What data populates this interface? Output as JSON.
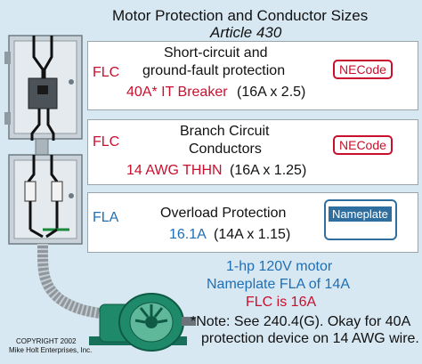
{
  "header": {
    "title": "Motor Protection and Conductor Sizes",
    "subtitle": "Article 430"
  },
  "panels": [
    {
      "tag": "FLC",
      "line1": "Short-circuit and",
      "line2": "ground-fault protection",
      "value_main": "40A* IT Breaker",
      "value_note": "(16A x 2.5)",
      "book_label": "NECode"
    },
    {
      "tag": "FLC",
      "line1": "Branch Circuit",
      "line2": "Conductors",
      "value_main": "14 AWG THHN",
      "value_note": "(16A x 1.25)",
      "book_label": "NECode"
    },
    {
      "tag": "FLA",
      "line1": "Overload Protection",
      "value_main": "16.1A",
      "value_note": "(14A x 1.15)",
      "plate_label": "Nameplate"
    }
  ],
  "motor_info": {
    "line1": "1-hp 120V motor",
    "line2": "Nameplate FLA of 14A",
    "line3": "FLC is 16A"
  },
  "note": {
    "line1": "*Note: See 240.4(G). Okay for 40A",
    "line2": "protection device on 14 AWG wire."
  },
  "copyright": {
    "line1": "COPYRIGHT 2002",
    "line2": "Mike Holt Enterprises, Inc."
  },
  "colors": {
    "background": "#d7e8f3",
    "accent_red": "#c8102e",
    "accent_blue": "#1f6fb5",
    "motor_green": "#1e8a6a",
    "necode_border": "#c8102e",
    "nameplate_border": "#2f6f9f"
  }
}
